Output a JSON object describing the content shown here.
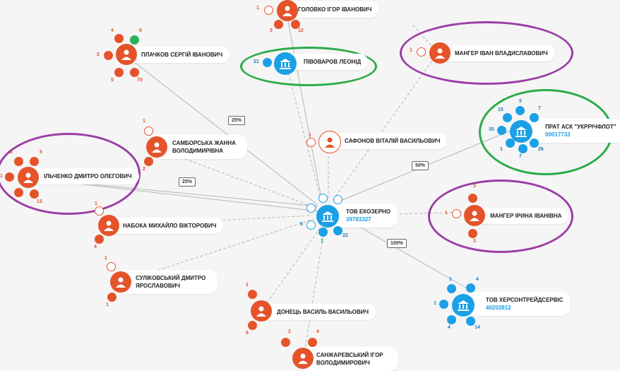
{
  "colors": {
    "person": "#e5532a",
    "org": "#1aa0e6",
    "green": "#2bb35a",
    "purple_ring": "#9b3ea6",
    "green_ring": "#2bab4a"
  },
  "center": {
    "name": "ТОВ ЕКОЗЕРНО",
    "code": "39783327",
    "counts": {
      "a": "1",
      "b": "22",
      "c": "5"
    }
  },
  "persons": [
    {
      "id": "golovko",
      "name": "ГОЛОВКО ІГОР ІВАНОВИЧ",
      "c1": "1",
      "c2": "3",
      "c3": "12"
    },
    {
      "id": "plachkov",
      "name": "ПЛАЧКОВ СЕРГІЙ ІВАНОВИЧ",
      "c1": "4",
      "c2": "6",
      "c3": "2",
      "c4": "5",
      "c5": "70"
    },
    {
      "id": "pivovarov",
      "name": "ПІВОВАРОВ ЛЕОНІД",
      "c1": "21"
    },
    {
      "id": "manger_i",
      "name": "МАНГЕР ІВАН ВЛАДИСЛАВОВИЧ",
      "c1": "1"
    },
    {
      "id": "samborska",
      "name": "САМБОРСЬКА ЖАННА ВОЛОДИМИРІВНА",
      "c1": "1",
      "c2": "2"
    },
    {
      "id": "safonov",
      "name": "САФОНОВ ВІТАЛІЙ ВАСИЛЬОВИЧ",
      "c1": "1"
    },
    {
      "id": "ilchenko",
      "name": "ІЛЬЧЕНКО ДМИТРО ОЛЕГОВИЧ",
      "c1": "2",
      "c2": "5",
      "c3": "1",
      "c4": "13"
    },
    {
      "id": "naboka",
      "name": "НАБОКА МИХАЙЛО ВІКТОРОВИЧ",
      "c1": "1",
      "c2": "4"
    },
    {
      "id": "manger_ir",
      "name": "МАНГЕР ІРИНА ІВАНІВНА",
      "c1": "3",
      "c2": "1",
      "c3": "3"
    },
    {
      "id": "sulikovsky",
      "name": "СУЛІКОВСЬКИЙ ДМИТРО ЯРОСЛАВОВИЧ",
      "c1": "1",
      "c2": "1"
    },
    {
      "id": "donets",
      "name": "ДОНЕЦЬ ВАСИЛЬ ВАСИЛЬОВИЧ",
      "c1": "1",
      "c2": "6"
    },
    {
      "id": "sanzharevsky",
      "name": "САНЖАРЕВСЬКИЙ ІГОР ВОЛОДИМИРОВИЧ",
      "c1": "2",
      "c2": "4"
    }
  ],
  "orgs": [
    {
      "id": "ukrrichflot",
      "name": "ПРАТ АСК \"УКРРІЧФЛОТ\"",
      "code": "00017733",
      "c1": "15",
      "c2": "5",
      "c3": "7",
      "c4": "35",
      "c5": "1",
      "c6": "7",
      "c7": "26"
    },
    {
      "id": "khersontrade",
      "name": "ТОВ ХЕРСОНТРЕЙДСЕРВІС",
      "code": "40203812",
      "c1": "1",
      "c2": "4",
      "c3": "1",
      "c4": "4",
      "c5": "14"
    }
  ],
  "edge_labels": {
    "e1": "25%",
    "e2": "25%",
    "e3": "50%",
    "e4": "100%"
  }
}
